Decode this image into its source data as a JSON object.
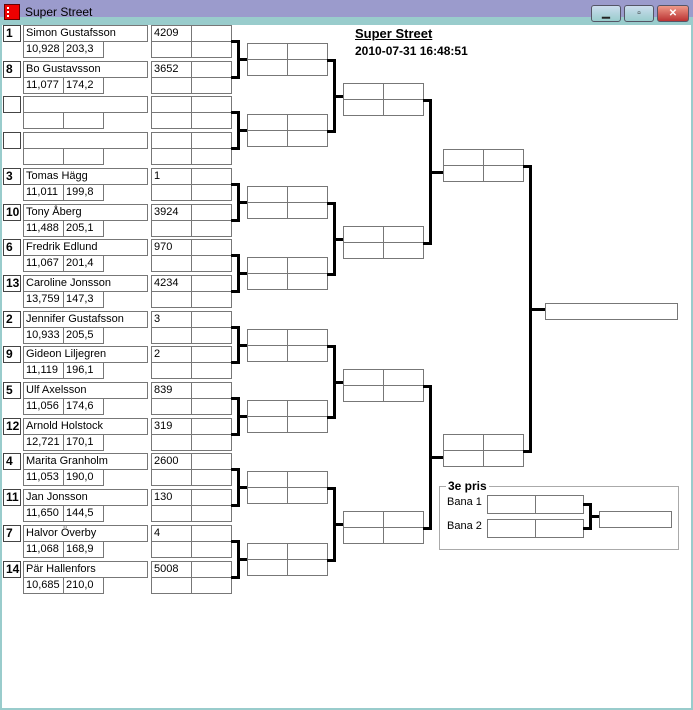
{
  "window": {
    "title": "Super Street",
    "minimize": "▁",
    "maximize": "▫",
    "close": "✕"
  },
  "header": {
    "title": "Super Street",
    "datetime": "2010-07-31 16:48:51"
  },
  "entrants": [
    {
      "seed": "1",
      "name": "Simon Gustafsson",
      "time": "10,928",
      "speed": "203,3",
      "value": "4209"
    },
    {
      "seed": "8",
      "name": "Bo Gustavsson",
      "time": "11,077",
      "speed": "174,2",
      "value": "3652"
    },
    {
      "seed": "",
      "name": "",
      "time": "",
      "speed": "",
      "value": ""
    },
    {
      "seed": "",
      "name": "",
      "time": "",
      "speed": "",
      "value": ""
    },
    {
      "seed": "3",
      "name": "Tomas Hägg",
      "time": "11,011",
      "speed": "199,8",
      "value": "1"
    },
    {
      "seed": "10",
      "name": "Tony Åberg",
      "time": "11,488",
      "speed": "205,1",
      "value": "3924"
    },
    {
      "seed": "6",
      "name": "Fredrik Edlund",
      "time": "11,067",
      "speed": "201,4",
      "value": "970"
    },
    {
      "seed": "13",
      "name": "Caroline Jonsson",
      "time": "13,759",
      "speed": "147,3",
      "value": "4234"
    },
    {
      "seed": "2",
      "name": "Jennifer Gustafsson",
      "time": "10,933",
      "speed": "205,5",
      "value": "3"
    },
    {
      "seed": "9",
      "name": "Gideon Liljegren",
      "time": "11,119",
      "speed": "196,1",
      "value": "2"
    },
    {
      "seed": "5",
      "name": "Ulf Axelsson",
      "time": "11,056",
      "speed": "174,6",
      "value": "839"
    },
    {
      "seed": "12",
      "name": "Arnold Holstock",
      "time": "12,721",
      "speed": "170,1",
      "value": "319"
    },
    {
      "seed": "4",
      "name": "Marita Granholm",
      "time": "11,053",
      "speed": "190,0",
      "value": "2600"
    },
    {
      "seed": "11",
      "name": "Jan Jonsson",
      "time": "11,650",
      "speed": "144,5",
      "value": "130"
    },
    {
      "seed": "7",
      "name": "Halvor Överby",
      "time": "11,068",
      "speed": "168,9",
      "value": "4"
    },
    {
      "seed": "14",
      "name": "Pär Hallenfors",
      "time": "10,685",
      "speed": "210,0",
      "value": "5008"
    }
  ],
  "third_place": {
    "legend": "3e pris",
    "lane1": "Bana 1",
    "lane2": "Bana 2"
  }
}
